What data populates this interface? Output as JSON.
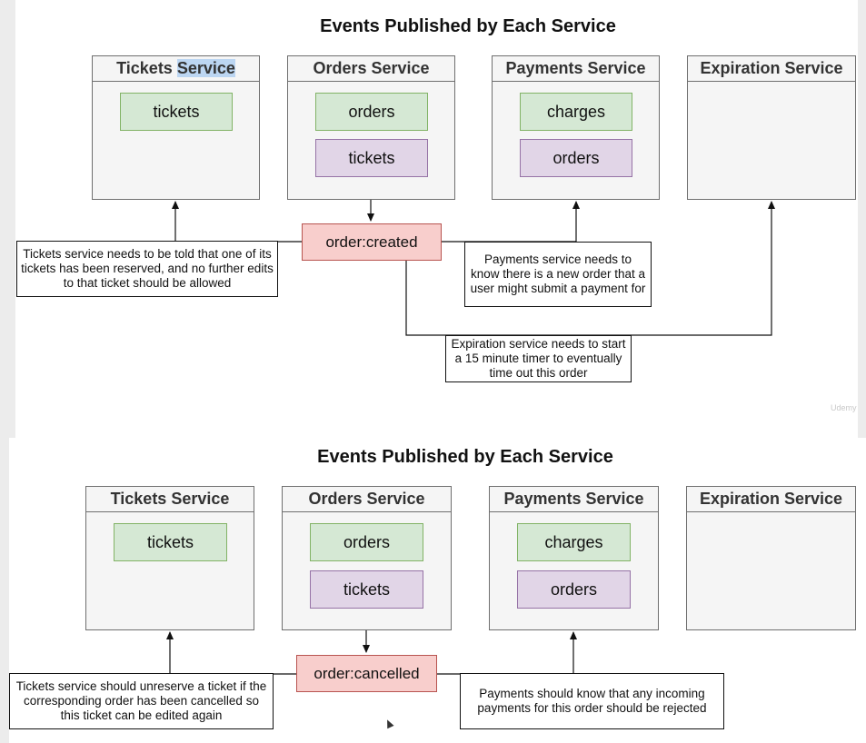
{
  "top": {
    "title": "Events Published by Each Service",
    "services": [
      {
        "name_a": "Tickets ",
        "name_b": "Service"
      },
      {
        "name": "Orders Service"
      },
      {
        "name": "Payments Service"
      },
      {
        "name": "Expiration Service"
      }
    ],
    "tickets_events": [
      "tickets"
    ],
    "orders_events": [
      "orders",
      "tickets"
    ],
    "payments_events": [
      "charges",
      "orders"
    ],
    "event": "order:created",
    "notes": {
      "tickets": "Tickets service needs to be told that one of its tickets has been reserved, and no further edits to that ticket should be allowed",
      "payments": "Payments service needs to know there is a new order that a user might submit a payment for",
      "expiration": "Expiration service needs to start a 15 minute timer to eventually time out this order"
    },
    "watermark": "Udemy"
  },
  "bottom": {
    "title": "Events Published by Each Service",
    "services": [
      {
        "name": "Tickets Service"
      },
      {
        "name": "Orders Service"
      },
      {
        "name": "Payments Service"
      },
      {
        "name": "Expiration Service"
      }
    ],
    "tickets_events": [
      "tickets"
    ],
    "orders_events": [
      "orders",
      "tickets"
    ],
    "payments_events": [
      "charges",
      "orders"
    ],
    "event": "order:cancelled",
    "notes": {
      "tickets": "Tickets service should unreserve a ticket if the corresponding order has been cancelled so this ticket can be edited again",
      "payments": "Payments should know that any incoming payments for this order should be rejected"
    }
  },
  "colors": {
    "service_fill": "#f5f5f5",
    "green_fill": "#d5e8d4",
    "green_border": "#82b366",
    "purple_fill": "#e1d5e7",
    "purple_border": "#9673a6",
    "event_fill": "#f8cecc",
    "event_border": "#b85450"
  }
}
